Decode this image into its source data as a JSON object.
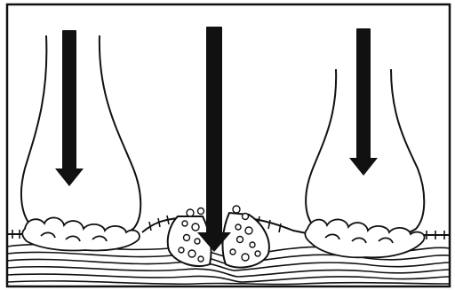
{
  "figure": {
    "arrows": [
      {
        "id": "left",
        "direction": "down"
      },
      {
        "id": "center",
        "direction": "down"
      },
      {
        "id": "right",
        "direction": "down"
      }
    ],
    "colors": {
      "ink": "#111111",
      "paper": "#ffffff"
    }
  }
}
